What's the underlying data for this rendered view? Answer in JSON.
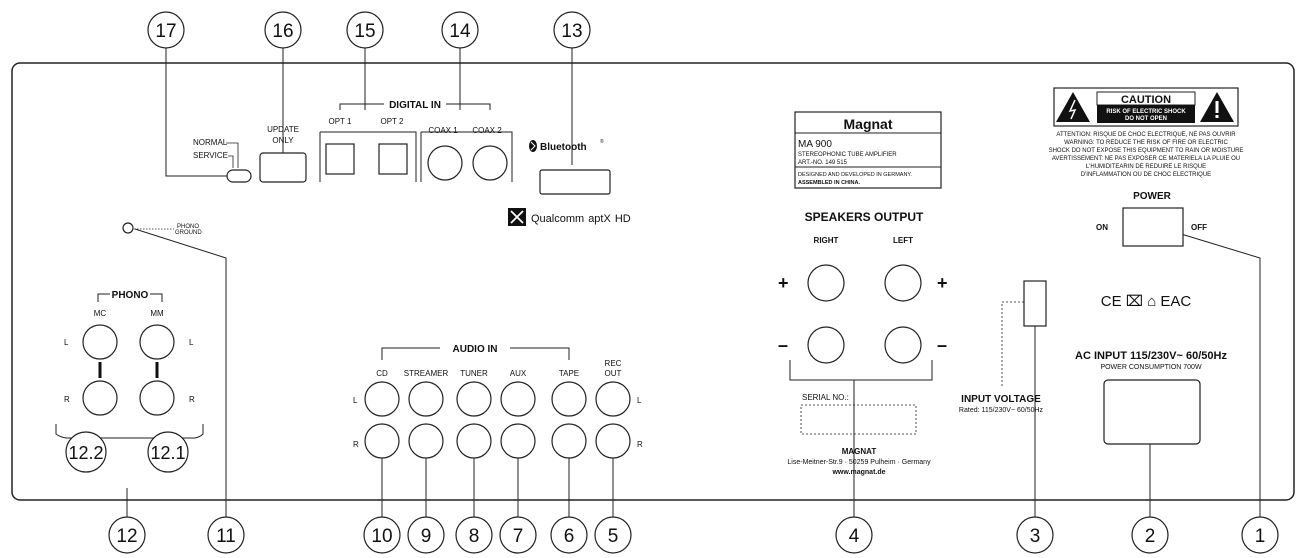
{
  "callouts": {
    "n1": "1",
    "n2": "2",
    "n3": "3",
    "n4": "4",
    "n5": "5",
    "n6": "6",
    "n7": "7",
    "n8": "8",
    "n9": "9",
    "n10": "10",
    "n11": "11",
    "n12": "12",
    "n13": "13",
    "n14": "14",
    "n15": "15",
    "n16": "16",
    "n17": "17",
    "n12_1": "12.1",
    "n12_2": "12.2"
  },
  "labels": {
    "normal": "NORMAL",
    "service": "SERVICE",
    "update_line1": "UPDATE",
    "update_line2": "ONLY",
    "digital_in": "DIGITAL IN",
    "opt1": "OPT 1",
    "opt2": "OPT 2",
    "coax1": "COAX 1",
    "coax2": "COAX 2",
    "bluetooth": "Bluetooth",
    "registered": "®",
    "qualcomm": "Qualcomm",
    "aptx": "aptX",
    "hd": "HD",
    "phono_ground_1": "PHONO",
    "phono_ground_2": "GROUND",
    "phono": "PHONO",
    "mc": "MC",
    "mm": "MM",
    "l": "L",
    "r": "R",
    "audio_in": "AUDIO IN",
    "cd": "CD",
    "streamer": "STREAMER",
    "tuner": "TUNER",
    "aux": "AUX",
    "tape": "TAPE",
    "rec_1": "REC",
    "rec_2": "OUT",
    "speakers_output": "SPEAKERS OUTPUT",
    "right": "RIGHT",
    "left": "LEFT",
    "plus": "+",
    "minus": "–",
    "serial_no": "SERIAL NO.:",
    "input_voltage": "INPUT VOLTAGE",
    "rated": "Rated: 115/230V~  60/50Hz",
    "power": "POWER",
    "on": "ON",
    "off": "OFF",
    "ac_input": "AC INPUT 115/230V~  60/50Hz",
    "power_consumption": "POWER CONSUMPTION 700W",
    "cert_marks": "CE ⌧ ⌂ EAC"
  },
  "nameplate": {
    "brand": "Magnat",
    "model": "MA 900",
    "desc": "Stereophonic Tube Amplifier",
    "art": "Art.-No. 149 515",
    "designed": "Designed and Developed in Germany.",
    "assembled": "Assembled in China."
  },
  "caution": {
    "title": "CAUTION",
    "sub1": "RISK OF ELECTRIC SHOCK",
    "sub2": "DO NOT OPEN",
    "line1": "ATTENTION: RISQUE DE CHOC ELECTRIQUE, NE PAS OUVRIR",
    "line2": "WARNING: TO REDUCE THE RISK OF FIRE OR ELECTRIC",
    "line3": "SHOCK DO NOT EXPOSE THIS EQUIPMENT TO RAIN OR MOISTURE",
    "line4": "AVERTISSEMENT: NE PAS EXPOSER CE MATERIELA LA PLUIE OU",
    "line5": "L'HUMIDITEARIN DE REDUIRE LE RISQUE",
    "line6": "D'INFLAMMATION OU DE CHOC ELECTRIQUE"
  },
  "manufacturer": {
    "name": "MAGNAT",
    "address": "Lise-Meitner-Str.9 · 50259 Pulheim · Germany",
    "web": "www.magnat.de"
  }
}
